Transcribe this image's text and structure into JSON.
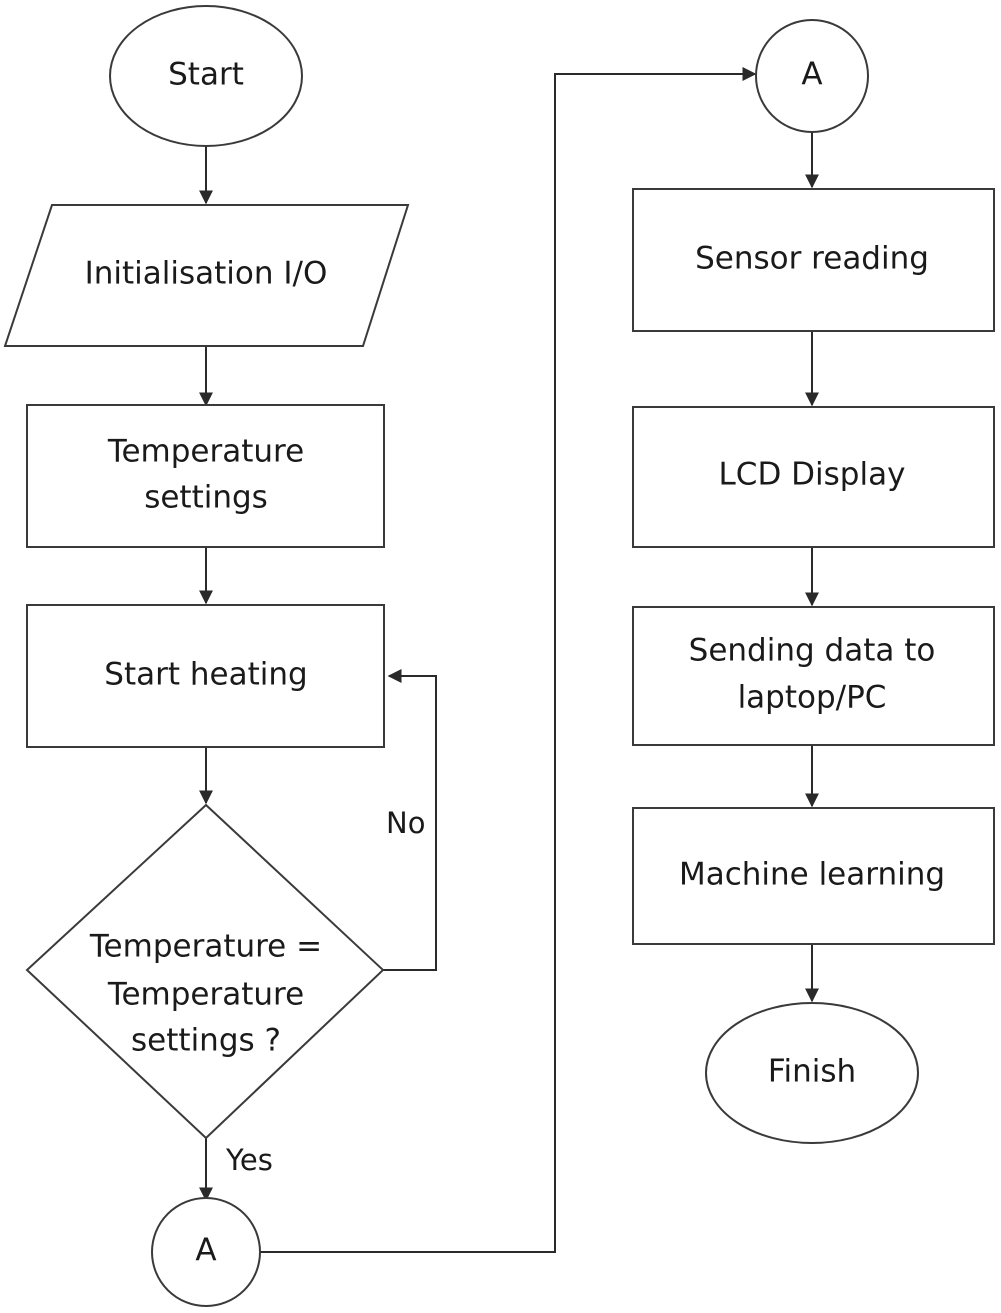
{
  "flowchart": {
    "nodes": {
      "start": {
        "label": "Start"
      },
      "init_io": {
        "label": "Initialisation I/O"
      },
      "temp_settings": {
        "label_lines": [
          "Temperature",
          "settings"
        ]
      },
      "start_heating": {
        "label": "Start heating"
      },
      "decision": {
        "label_lines": [
          "Temperature =",
          "Temperature",
          "settings ?"
        ]
      },
      "connector_out": {
        "label": "A"
      },
      "connector_in": {
        "label": "A"
      },
      "sensor_reading": {
        "label": "Sensor reading"
      },
      "lcd_display": {
        "label": "LCD Display"
      },
      "sending_data": {
        "label_lines": [
          "Sending data to",
          "laptop/PC"
        ]
      },
      "machine_learning": {
        "label": "Machine learning"
      },
      "finish": {
        "label": "Finish"
      }
    },
    "edges": {
      "no_label": "No",
      "yes_label": "Yes"
    }
  }
}
